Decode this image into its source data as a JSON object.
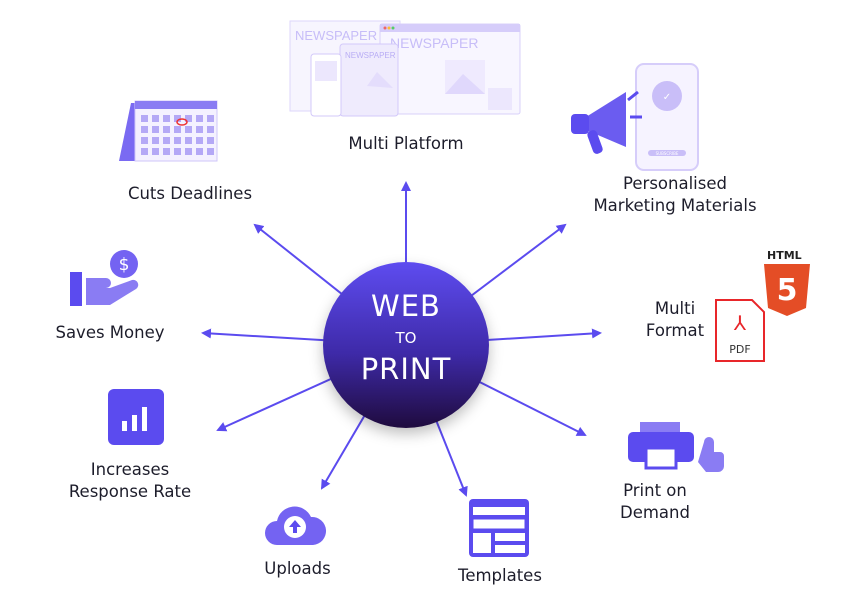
{
  "hub": {
    "line1": "WEB",
    "line2": "TO",
    "line3": "PRINT"
  },
  "features": {
    "multi_platform": "Multi Platform",
    "personalised": [
      "Personalised",
      "Marketing Materials"
    ],
    "multi_format": [
      "Multi",
      "Format"
    ],
    "print_on_demand": [
      "Print on",
      "Demand"
    ],
    "templates": "Templates",
    "uploads": "Uploads",
    "response_rate": [
      "Increases",
      "Response Rate"
    ],
    "saves_money": "Saves Money",
    "cuts_deadlines": "Cuts Deadlines"
  },
  "icon_text": {
    "newspaper": "NEWSPAPER",
    "html": "HTML",
    "pdf": "PDF",
    "subscribe": "SUBSCRIBE",
    "dollar": "$"
  },
  "colors": {
    "accent": "#5b4bef",
    "icon_light": "#a79bf5",
    "hub_dark": "#1f0b3e",
    "html": "#e44d26",
    "pdf": "#e8262a"
  }
}
